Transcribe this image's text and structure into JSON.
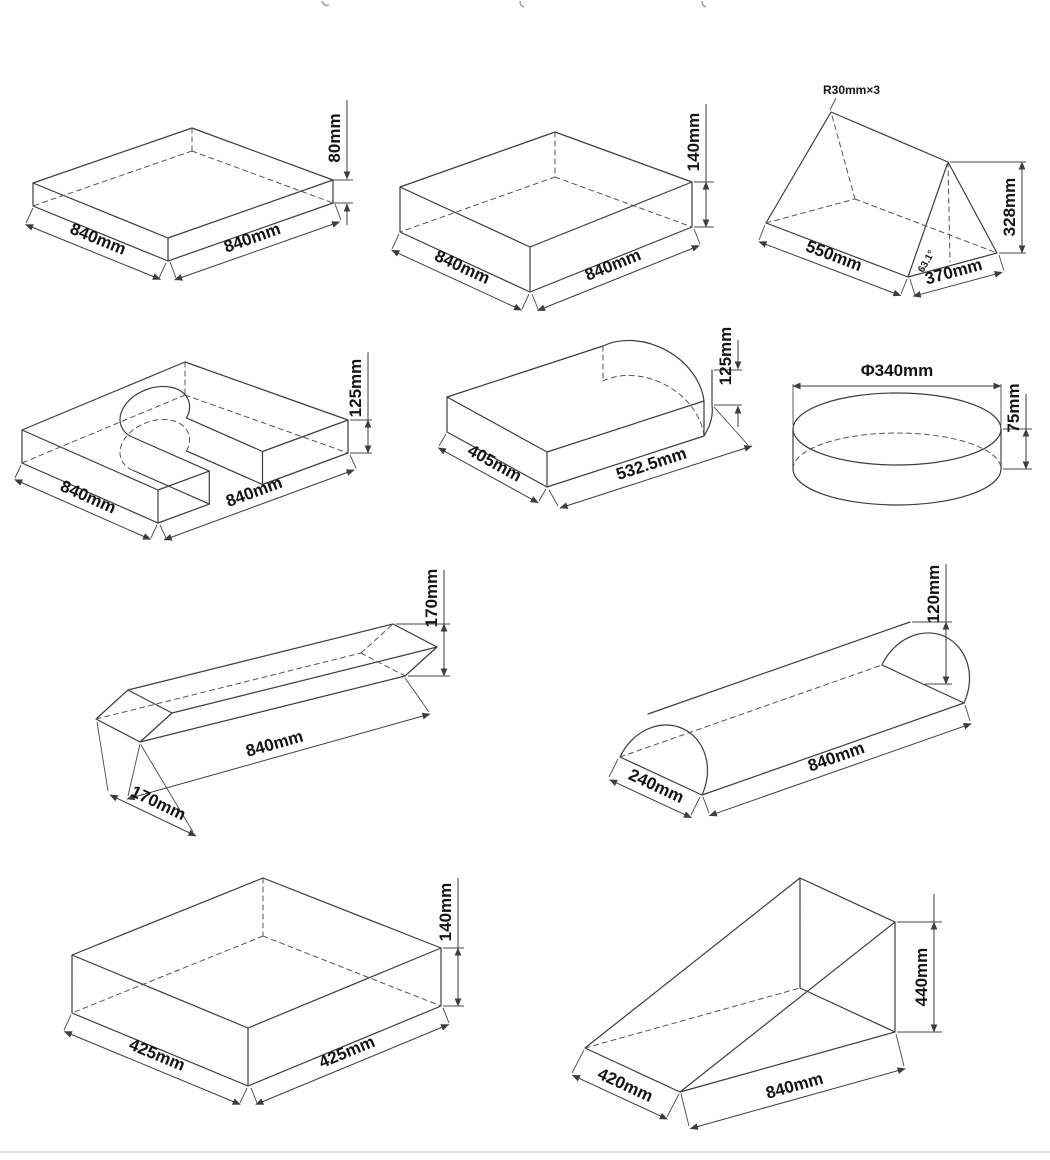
{
  "figure": {
    "type": "technical-dimension-drawings",
    "description": "isometric line drawings of ten foam block shapes with dimensions",
    "line_color": "#3d3d3d",
    "background": "#ffffff"
  },
  "shapes": [
    {
      "key": "flat-square-mat",
      "labels": {
        "width_left": "840mm",
        "depth_right": "840mm",
        "height": "80mm"
      }
    },
    {
      "key": "thick-square-mat",
      "labels": {
        "width_left": "840mm",
        "depth_right": "840mm",
        "height": "140mm"
      }
    },
    {
      "key": "triangle-prism",
      "labels": {
        "width_left": "550mm",
        "depth_right": "370mm",
        "height": "328mm",
        "radius_note": "R30mm×3",
        "angle": "63.1°"
      }
    },
    {
      "key": "u-shaped-mat",
      "labels": {
        "width_left": "840mm",
        "depth_right": "840mm",
        "height": "125mm"
      }
    },
    {
      "key": "d-shaped-mat",
      "labels": {
        "width_left": "405mm",
        "depth_right": "532.5mm",
        "height": "125mm"
      }
    },
    {
      "key": "round-disc",
      "labels": {
        "diameter": "Φ340mm",
        "height": "75mm"
      }
    },
    {
      "key": "long-beam",
      "labels": {
        "width_left": "170mm",
        "length_right": "840mm",
        "height": "170mm"
      }
    },
    {
      "key": "half-cylinder",
      "labels": {
        "width_left": "240mm",
        "length_right": "840mm",
        "height": "120mm"
      }
    },
    {
      "key": "square-block",
      "labels": {
        "width_left": "425mm",
        "depth_right": "425mm",
        "height": "140mm"
      }
    },
    {
      "key": "wedge-ramp",
      "labels": {
        "width_left": "420mm",
        "length_right": "840mm",
        "height": "440mm"
      }
    }
  ]
}
